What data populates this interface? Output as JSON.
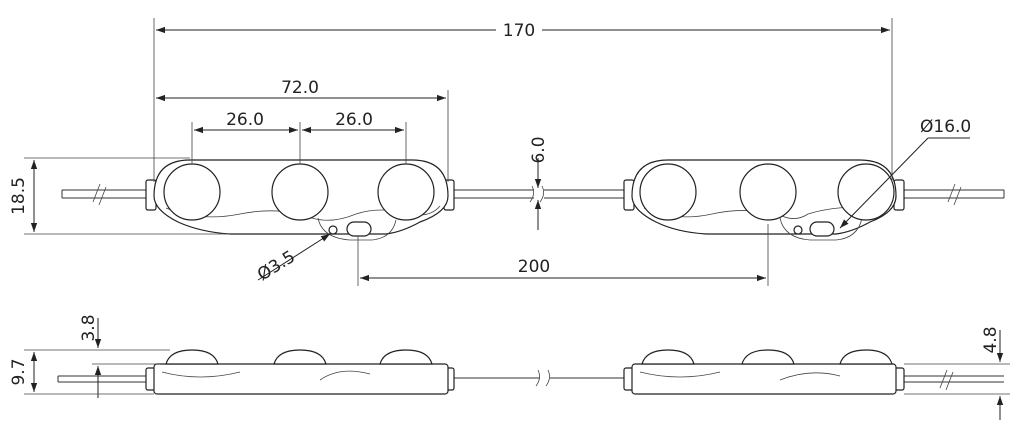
{
  "drawing": {
    "subject": "LED module chain technical drawing",
    "dimensions": {
      "total_length": "170",
      "module_length": "72.0",
      "led_pitch_left": "26.0",
      "led_pitch_right": "26.0",
      "wire_gap": "6.0",
      "lens_diameter": "Ø16.0",
      "module_height": "18.5",
      "hole_diameter": "Ø3.5",
      "module_spacing": "200",
      "lens_height": "3.8",
      "total_height": "9.7",
      "body_height": "4.8"
    }
  }
}
